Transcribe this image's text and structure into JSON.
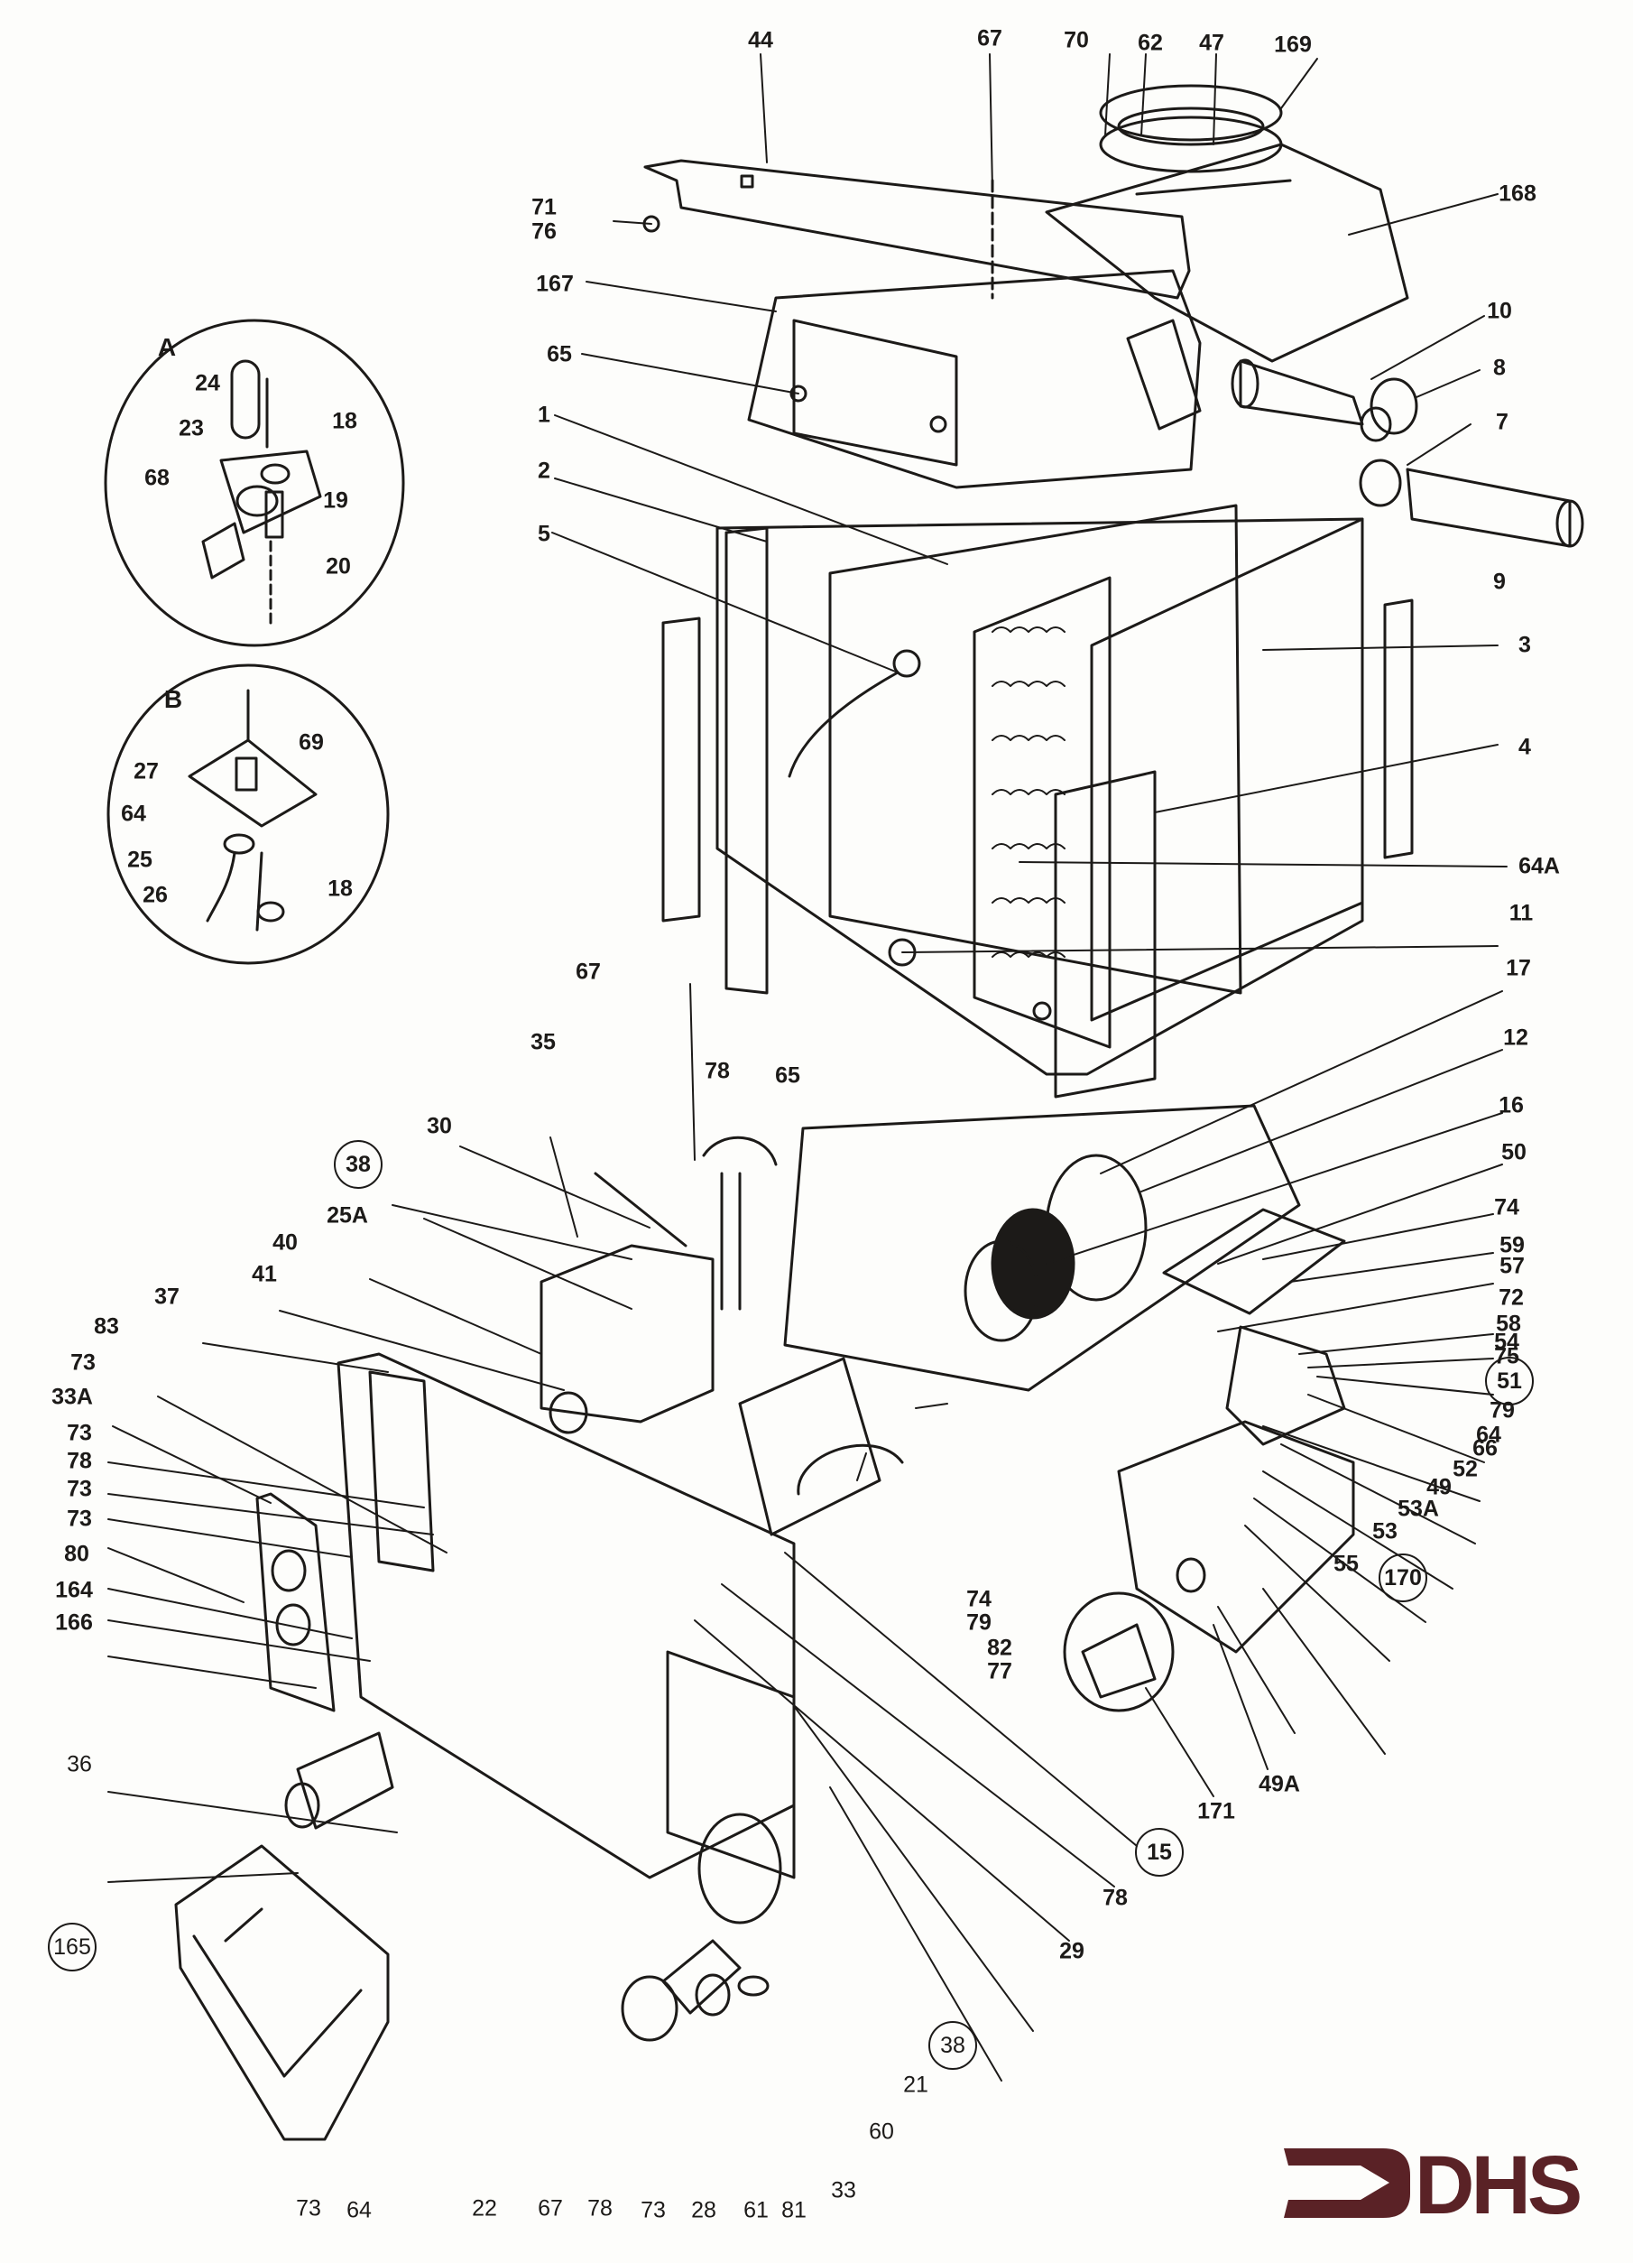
{
  "document": {
    "type": "exploded parts diagram",
    "brand": "DHS",
    "brand_color": "#5a2226",
    "ink_color": "#1c1a18",
    "paper_color": "#fdfdfb"
  },
  "details": [
    {
      "letter": "A",
      "labels": [
        "24",
        "18",
        "23",
        "19",
        "68",
        "20"
      ]
    },
    {
      "letter": "B",
      "labels": [
        "69",
        "27",
        "64",
        "25",
        "26",
        "18"
      ]
    }
  ],
  "labels": {
    "top": [
      "44",
      "67",
      "70",
      "62",
      "47",
      "169"
    ],
    "left_upper": [
      "71",
      "76",
      "167",
      "65",
      "1",
      "2",
      "5"
    ],
    "right_upper": [
      "168",
      "10",
      "8",
      "7",
      "9",
      "3",
      "4",
      "64A",
      "11"
    ],
    "middle": [
      "67",
      "35",
      "78",
      "65",
      "30",
      "38",
      "25A",
      "40",
      "41",
      "37",
      "83"
    ],
    "right_lower": [
      "17",
      "12",
      "16",
      "50",
      "74",
      "59",
      "57",
      "72",
      "58",
      "54",
      "75",
      "51",
      "79",
      "64",
      "66",
      "52",
      "49",
      "53A",
      "53",
      "55",
      "170",
      "49A",
      "171",
      "74",
      "79",
      "82",
      "77",
      "15",
      "78",
      "29",
      "38",
      "21",
      "60"
    ],
    "left_lower": [
      "73",
      "33A",
      "73",
      "78",
      "73",
      "73",
      "80",
      "164",
      "166",
      "36",
      "165"
    ],
    "bottom": [
      "73",
      "64",
      "22",
      "67",
      "78",
      "73",
      "28",
      "61",
      "81",
      "33"
    ]
  },
  "circled_labels": [
    "38",
    "51",
    "170",
    "15",
    "38",
    "165"
  ],
  "section_markers": [
    "A",
    "B"
  ]
}
